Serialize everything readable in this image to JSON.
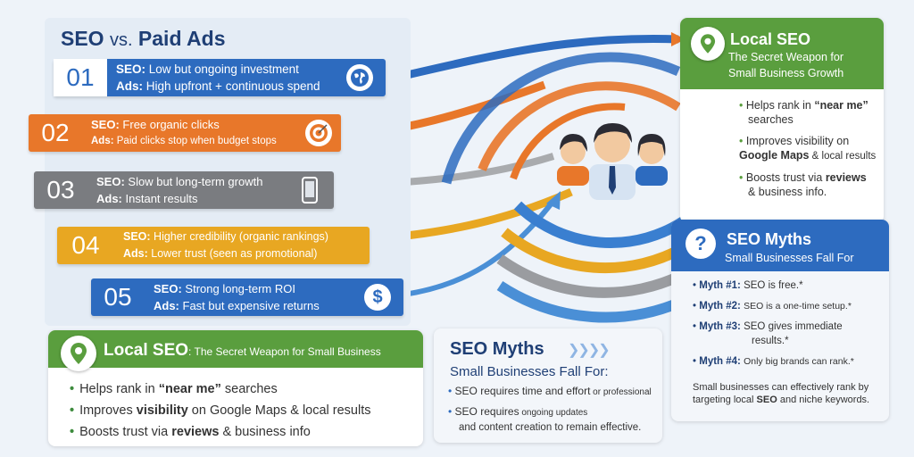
{
  "title": {
    "seo": "SEO",
    "vs": "vs.",
    "paid": "Paid Ads"
  },
  "rows": [
    {
      "num": "01",
      "seo_label": "SEO:",
      "seo_text": "Low but ongoing investment",
      "ads_label": "Ads:",
      "ads_text": "High upfront + continuous spend",
      "icon": "globe-icon",
      "color": "#2d6bbf"
    },
    {
      "num": "02",
      "seo_label": "SEO:",
      "seo_text": "Free organic clicks",
      "ads_label": "Ads:",
      "ads_text": "Paid clicks stop when budget stops",
      "icon": "target-icon",
      "color": "#e8772a"
    },
    {
      "num": "03",
      "seo_label": "SEO:",
      "seo_text": "Slow but long-term growth",
      "ads_label": "Ads:",
      "ads_text": "Instant results",
      "icon": "smartphone-icon",
      "color": "#7a7c80"
    },
    {
      "num": "04",
      "seo_label": "SEO:",
      "seo_text": "Higher credibility (organic rankings)",
      "ads_label": "Ads:",
      "ads_text": "Lower trust (seen as promotional)",
      "icon": "",
      "color": "#e8a722"
    },
    {
      "num": "05",
      "seo_label": "SEO:",
      "seo_text": "Strong long-term ROI",
      "ads_label": "Ads:",
      "ads_text": "Fast but expensive returns",
      "icon": "dollar-icon",
      "color": "#2d6bbf"
    }
  ],
  "local_bottom": {
    "heading": "Local SEO",
    "subheading": ": The Secret Weapon for Small Business",
    "b1_pre": "Helps rank in ",
    "b1_bold": "“near me”",
    "b1_post": " searches",
    "b2_pre": "Improves ",
    "b2_bold": "visibility",
    "b2_post": " on Google Maps & local results",
    "b3_pre": "Boosts trust via ",
    "b3_bold": "reviews",
    "b3_post": " & business info"
  },
  "myths_bottom": {
    "heading": "SEO Myths",
    "subheading": "Small Businesses Fall For:",
    "b1_main": "SEO requires time and effort",
    "b1_small": " or professional",
    "b2_main": "SEO requires",
    "b2_small": " ongoing updates",
    "b2_line2": "and content creation to remain effective."
  },
  "local_right": {
    "heading": "Local SEO",
    "sub1": "The Secret Weapon for",
    "sub2": "Small Business Growth",
    "b1_pre": "Helps rank in ",
    "b1_bold": "“near me”",
    "b1_post": "searches",
    "b2_pre": "Improves visibility on",
    "b2_bold": "Google Maps",
    "b2_post": " & local results",
    "b3_pre": "Boosts trust via ",
    "b3_bold": "reviews",
    "b3_post": "& business info."
  },
  "myths_right": {
    "heading": "SEO Myths",
    "subheading": "Small Businesses Fall For",
    "myths": [
      {
        "label": "Myth #1:",
        "text": "SEO is free.*"
      },
      {
        "label": "Myth #2:",
        "text": "SEO is a one-time setup.*"
      },
      {
        "label": "Myth #3:",
        "text": "SEO gives immediate",
        "text2": "results.*"
      },
      {
        "label": "Myth #4:",
        "text": "Only big brands can rank.*"
      }
    ],
    "note_pre": "Small businesses can effectively rank by targeting local ",
    "note_bold": "SEO",
    "note_post": " and niche keywords."
  },
  "colors": {
    "blue": "#2d6bbf",
    "orange": "#e8772a",
    "gray": "#7a7c80",
    "yellow": "#e8a722",
    "green": "#5a9e3e",
    "navy": "#1f3f75"
  }
}
